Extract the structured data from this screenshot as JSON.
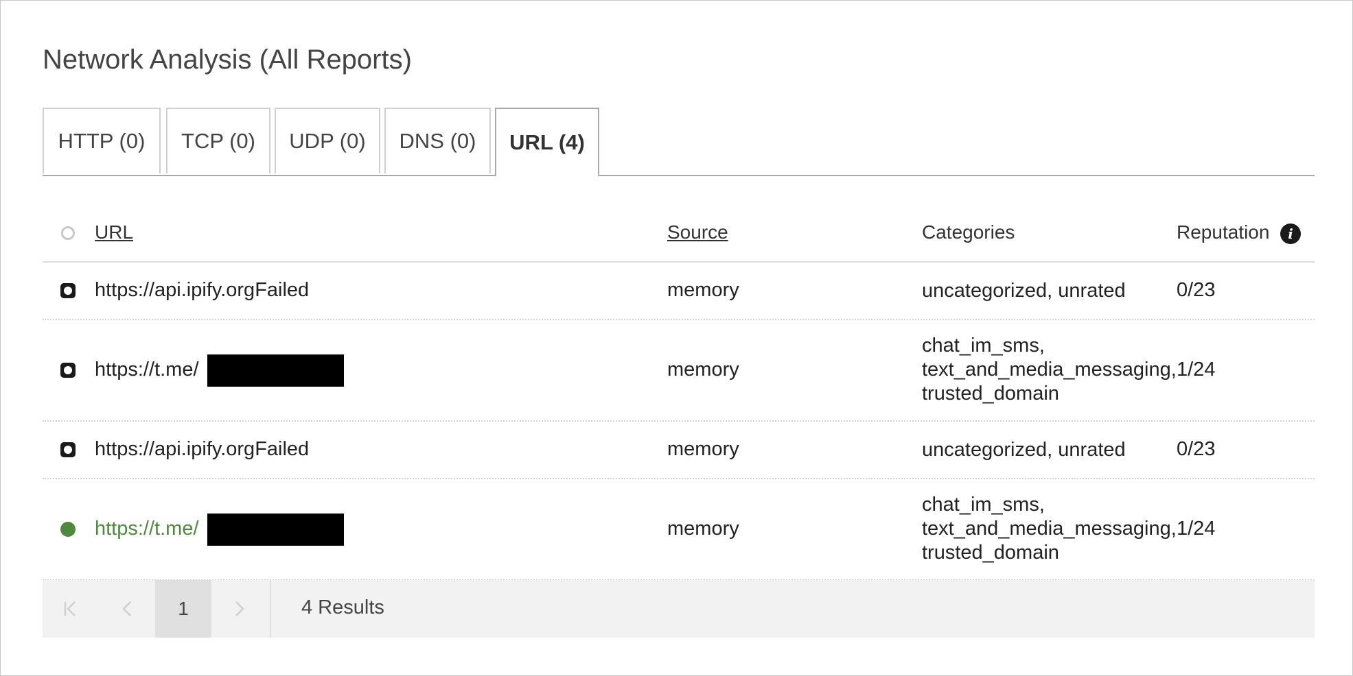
{
  "page": {
    "title": "Network Analysis (All Reports)"
  },
  "tabs": [
    {
      "label": "HTTP (0)"
    },
    {
      "label": "TCP (0)"
    },
    {
      "label": "UDP (0)"
    },
    {
      "label": "DNS (0)"
    },
    {
      "label": "URL (4)",
      "active": true
    }
  ],
  "table": {
    "columns": {
      "url": "URL",
      "source": "Source",
      "categories": "Categories",
      "reputation": "Reputation"
    },
    "info_icon": "info-icon",
    "rows": [
      {
        "url": "https://api.ipify.orgFailed",
        "source": "memory",
        "categories": "uncategorized, unrated",
        "reputation": "0/23",
        "redacted": false,
        "selected": false
      },
      {
        "url": "https://t.me/",
        "source": "memory",
        "categories": "chat_im_sms, text_and_media_messaging, trusted_domain",
        "reputation": "1/24",
        "redacted": true,
        "selected": false
      },
      {
        "url": "https://api.ipify.orgFailed",
        "source": "memory",
        "categories": "uncategorized, unrated",
        "reputation": "0/23",
        "redacted": false,
        "selected": false
      },
      {
        "url": "https://t.me/",
        "source": "memory",
        "categories": "chat_im_sms, text_and_media_messaging, trusted_domain",
        "reputation": "1/24",
        "redacted": true,
        "selected": true
      }
    ]
  },
  "pagination": {
    "first_icon": "first-page-icon",
    "prev_icon": "chevron-left-icon",
    "current_page": "1",
    "next_icon": "chevron-right-icon",
    "results_text": "4 Results"
  },
  "colors": {
    "accent_green": "#4e8a3e"
  }
}
